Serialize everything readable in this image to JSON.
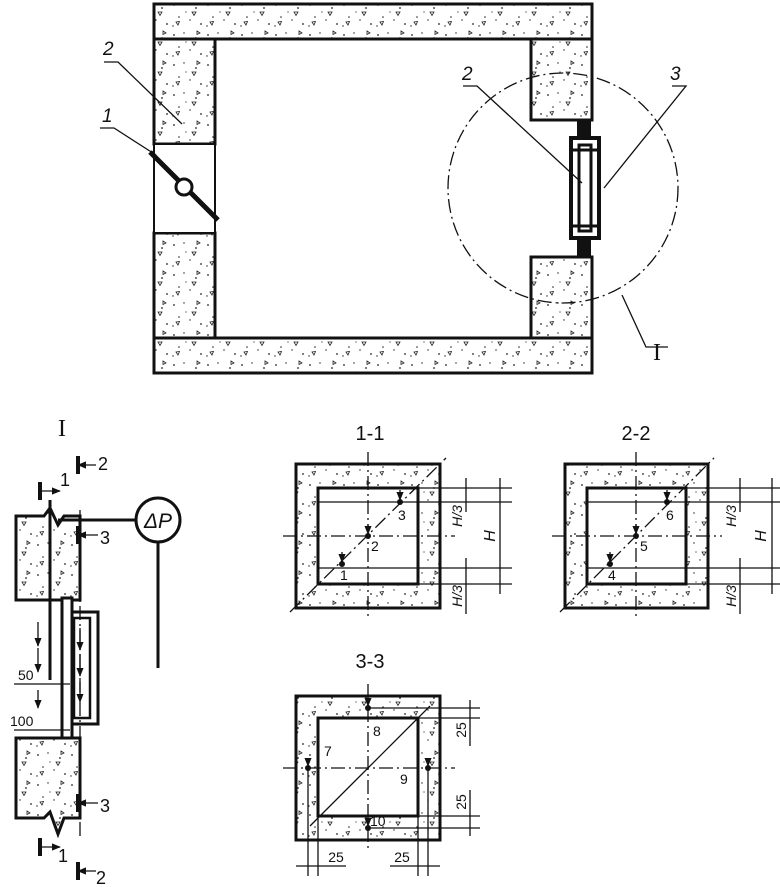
{
  "plan": {
    "callout_1": "1",
    "callout_2_left": "2",
    "callout_2_right": "2",
    "callout_3": "3",
    "detail_ref": "I"
  },
  "detail": {
    "title": "I",
    "section_1": "1",
    "section_2": "2",
    "section_3": "3",
    "section_1_bottom": "1",
    "section_2_bottom": "2",
    "section_3_bottom": "3",
    "pressure_gauge": "ΔP",
    "dim_50": "50",
    "dim_100": "100"
  },
  "sections": {
    "s11": {
      "title": "1-1",
      "points": [
        "1",
        "2",
        "3"
      ],
      "dim_top": "H/3",
      "dim_bottom": "H/3",
      "dim_total": "H"
    },
    "s22": {
      "title": "2-2",
      "points": [
        "4",
        "5",
        "6"
      ],
      "dim_top": "H/3",
      "dim_bottom": "H/3",
      "dim_total": "H"
    },
    "s33": {
      "title": "3-3",
      "points": [
        "7",
        "8",
        "9",
        "10"
      ],
      "dim_right_top": "25",
      "dim_right_bottom": "25",
      "dim_bottom_left": "25",
      "dim_bottom_right": "25"
    }
  }
}
